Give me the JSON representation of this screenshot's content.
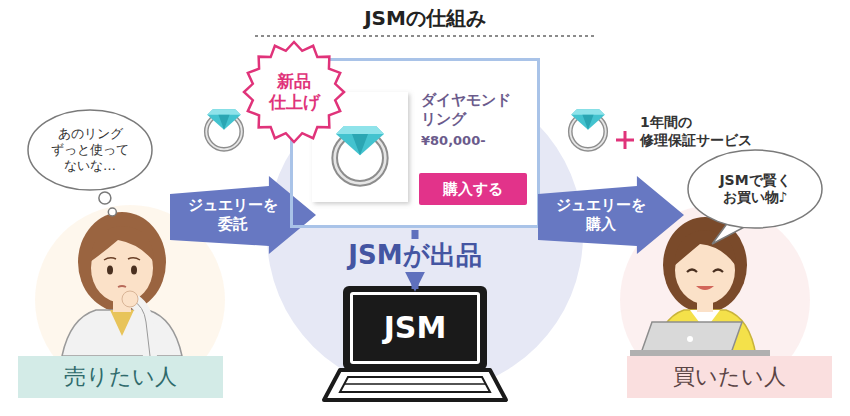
{
  "diagram": {
    "title": "JSMの仕組み",
    "nodes": [
      {
        "text": [
          "あのリング ずっと使って ないな…"
        ]
      },
      {
        "text": [
          "売りたい人"
        ]
      },
      {
        "text": [
          "ジュエリーを 委託"
        ]
      },
      {
        "text": [
          "ダイヤモンド リング",
          "¥80,000-"
        ]
      },
      {
        "text": [
          "購入する"
        ],
        "in": 3
      },
      {
        "text": [
          "新品 仕上げ"
        ]
      },
      {
        "text": [
          "JSM"
        ]
      },
      {
        "text": [
          "ジュエリーを 購入"
        ]
      },
      {
        "text": [
          "JSMで賢く お買い物♪"
        ]
      },
      {
        "text": [
          "買いたい人"
        ]
      }
    ],
    "edges": [
      {
        "from": 3,
        "to": 6,
        "label": "JSMが出品",
        "arrow": "to"
      }
    ],
    "labels": [
      "1年間の 修理保証サービス"
    ]
  }
}
